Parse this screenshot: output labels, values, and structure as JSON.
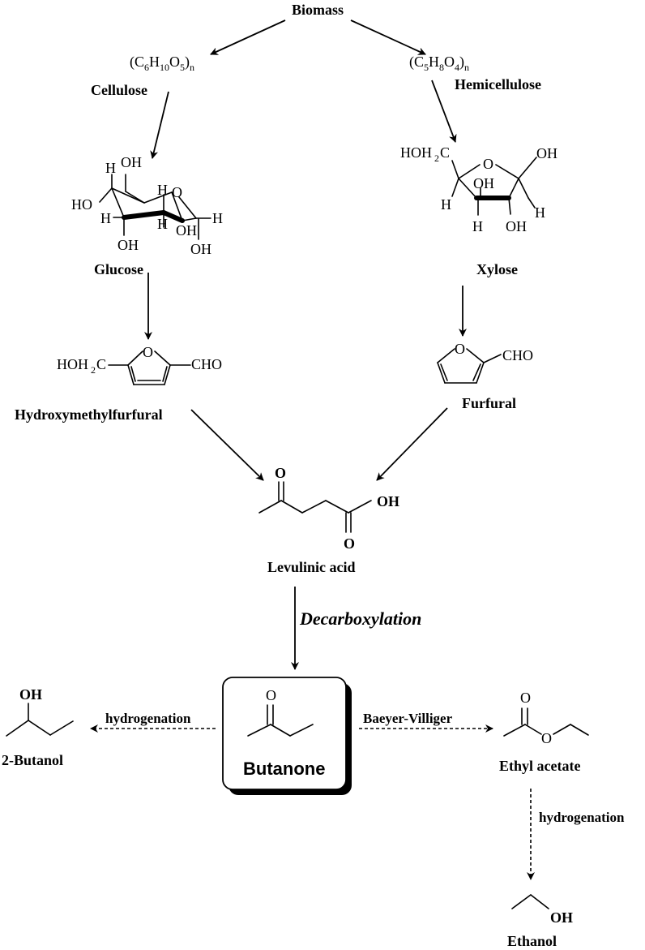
{
  "nodes": {
    "biomass": "Biomass",
    "cellulose_formula": {
      "base1": "(C",
      "s1": "6",
      "base2": "H",
      "s2": "10",
      "base3": "O",
      "s3": "5",
      "base4": ")",
      "s4": "n"
    },
    "cellulose": "Cellulose",
    "hemicellulose_formula": {
      "base1": "(C",
      "s1": "5",
      "base2": "H",
      "s2": "8",
      "base3": "O",
      "s3": "4",
      "base4": ")",
      "s4": "n"
    },
    "hemicellulose": "Hemicellulose",
    "glucose": "Glucose",
    "xylose": "Xylose",
    "hmf": "Hydroxymethylfurfural",
    "furfural": "Furfural",
    "levulinic_acid": "Levulinic acid",
    "butanone": "Butanone",
    "butanol": "2-Butanol",
    "ethyl_acetate": "Ethyl acetate",
    "ethanol": "Ethanol"
  },
  "atoms": {
    "OH": "OH",
    "HO": "HO",
    "H": "H",
    "O": "O",
    "CHO": "CHO",
    "HOH2C_a": "HOH",
    "HOH2C_b": "2",
    "HOH2C_c": "C"
  },
  "reactions": {
    "decarboxylation": "Decarboxylation",
    "hydrogenation_left": "hydrogenation",
    "baeyer_villiger": "Baeyer-Villiger",
    "hydrogenation_down": "hydrogenation"
  }
}
